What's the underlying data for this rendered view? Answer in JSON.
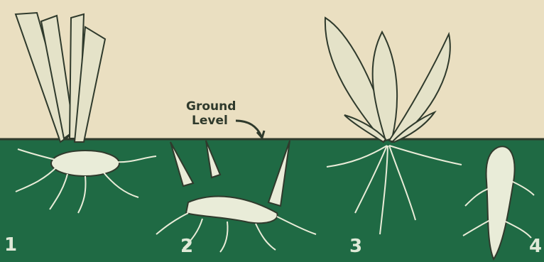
{
  "annotation": {
    "line1": "Ground",
    "line2": "Level"
  },
  "figure_numbers": [
    "1",
    "2",
    "3",
    "4"
  ],
  "colors": {
    "sky": "#eadfc1",
    "soil": "#1f6a44",
    "ink": "#2f3a2c",
    "plant_fill": "#e9ecd8"
  }
}
